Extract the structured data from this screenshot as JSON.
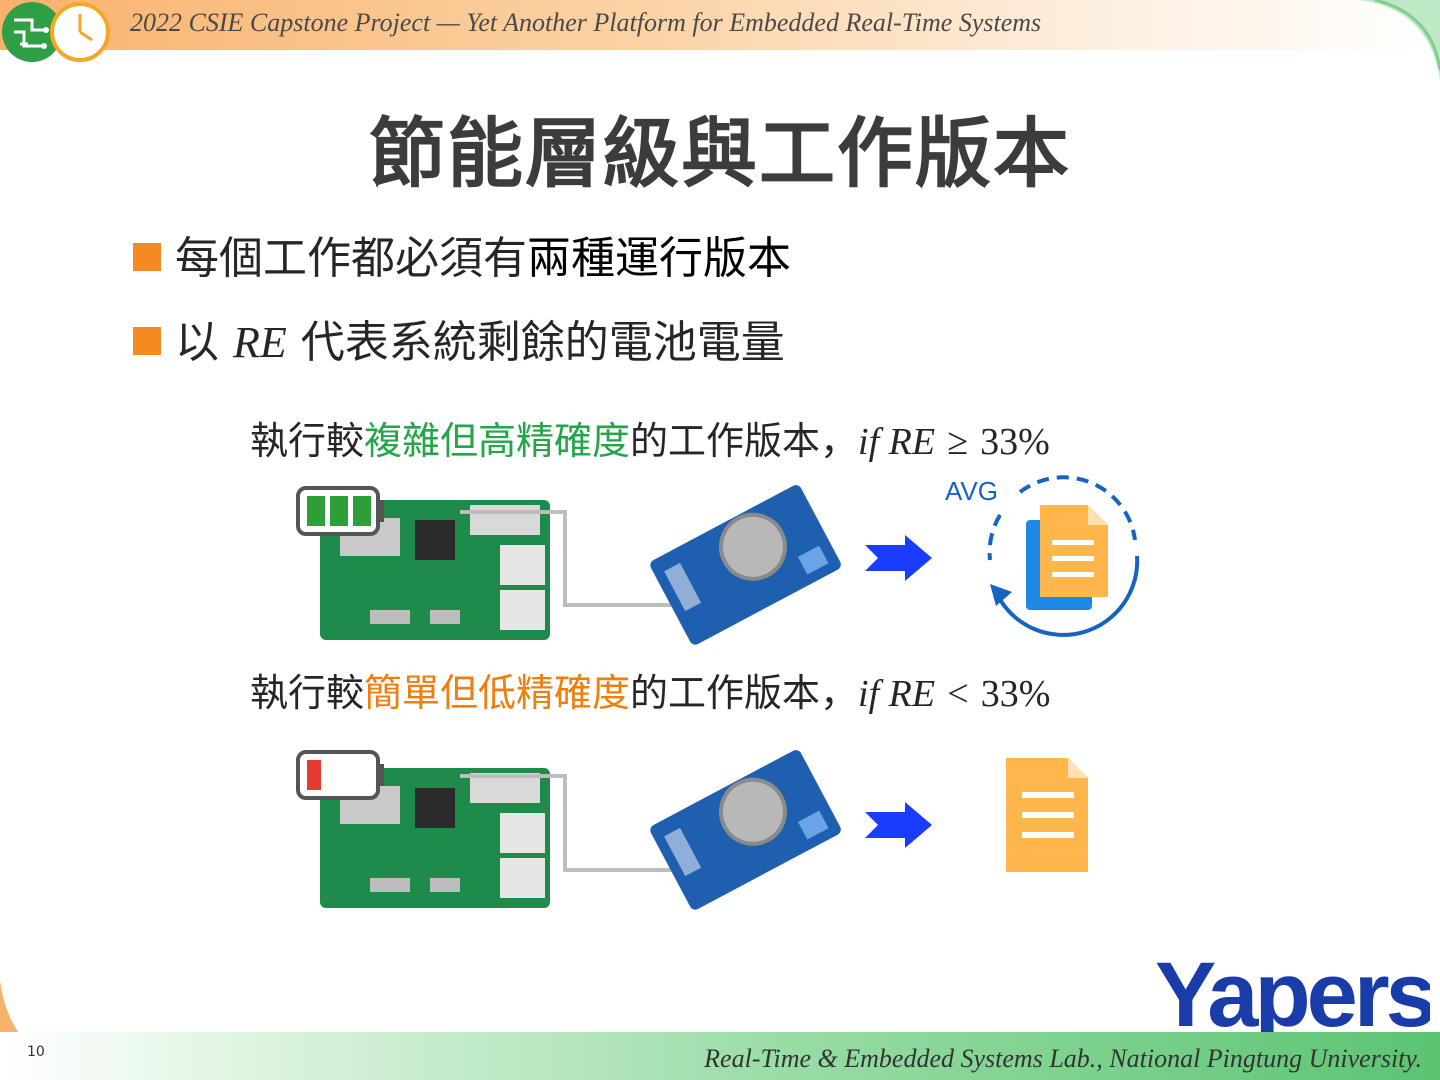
{
  "header": {
    "title": "2022 CSIE Capstone Project — Yet Another Platform for Embedded Real-Time Systems"
  },
  "slide": {
    "title": "節能層級與工作版本"
  },
  "bullets": [
    {
      "prefix": "每個工作都必須有",
      "emphasis": "兩種運行版本"
    },
    {
      "pre": "以 ",
      "var": "RE",
      "post": " 代表系統剩餘的電池電量"
    }
  ],
  "conditions": [
    {
      "pre": "執行較",
      "highlight": "複雜但高精確度",
      "post": "的工作版本，",
      "math": "if RE",
      "op": "≥",
      "value": "33%",
      "color": "#22a648"
    },
    {
      "pre": "執行較",
      "highlight": "簡單但低精確度",
      "post": "的工作版本，",
      "math": "if RE",
      "op": "<",
      "value": "33%",
      "color": "#f07e0c"
    }
  ],
  "diagram": {
    "avg_label": "AVG",
    "battery_high_color": "#2e9e3a",
    "battery_low_color": "#e53935",
    "arrow_color": "#1a3cff"
  },
  "footer": {
    "lab": "Real-Time & Embedded Systems Lab., National Pingtung University.",
    "page": "10"
  },
  "brand": {
    "name": "Yapers"
  }
}
